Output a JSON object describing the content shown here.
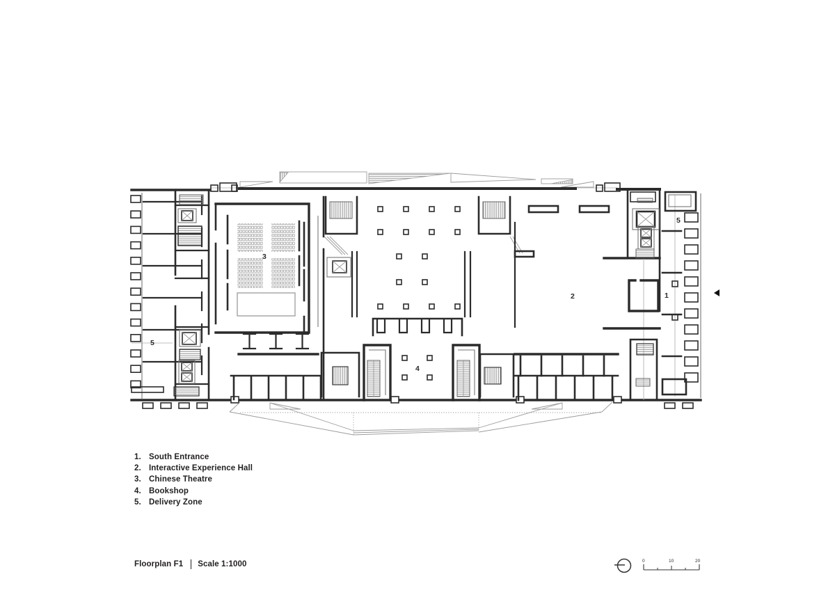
{
  "plan": {
    "labels": {
      "south_entrance": "1",
      "interactive_experience_hall": "2",
      "chinese_theatre": "3",
      "bookshop": "4",
      "delivery_zone_west": "5",
      "delivery_zone_east": "5"
    }
  },
  "legend": {
    "items": [
      {
        "num": "1.",
        "label": "South Entrance"
      },
      {
        "num": "2.",
        "label": "Interactive Experience Hall"
      },
      {
        "num": "3.",
        "label": "Chinese Theatre"
      },
      {
        "num": "4.",
        "label": "Bookshop"
      },
      {
        "num": "5.",
        "label": "Delivery Zone"
      }
    ]
  },
  "footer": {
    "plan_name": "Floorplan F1",
    "scale_label": "Scale 1:1000"
  },
  "scalebar": {
    "ticks": [
      "0",
      "10",
      "20"
    ]
  },
  "colors": {
    "wall": "#2b2b2b",
    "thin_line": "#9b9b9b",
    "seat": "#a8a8a8",
    "text": "#231f20"
  }
}
